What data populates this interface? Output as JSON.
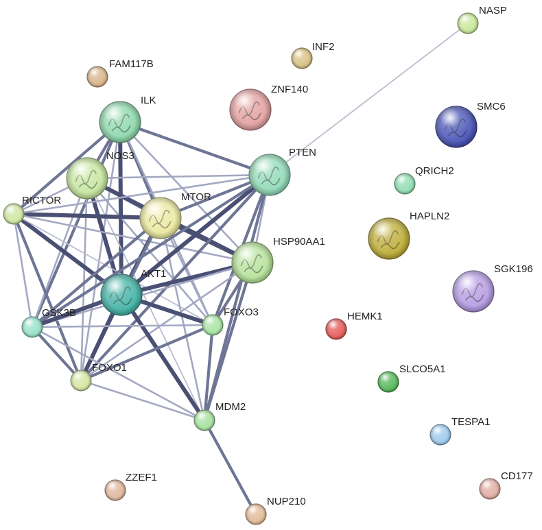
{
  "network": {
    "nodes": [
      {
        "id": "NASP",
        "label": "NASP",
        "color": "#c9e79a",
        "size": "small",
        "structure": false
      },
      {
        "id": "INF2",
        "label": "INF2",
        "color": "#d8c186",
        "size": "small",
        "structure": false
      },
      {
        "id": "FAM117B",
        "label": "FAM117B",
        "color": "#d9b38d",
        "size": "small",
        "structure": false
      },
      {
        "id": "ZNF140",
        "label": "ZNF140",
        "color": "#e3a2a2",
        "size": "large",
        "structure": true
      },
      {
        "id": "SMC6",
        "label": "SMC6",
        "color": "#4a55b7",
        "size": "large",
        "structure": true
      },
      {
        "id": "ILK",
        "label": "ILK",
        "color": "#8fd8ad",
        "size": "large",
        "structure": true
      },
      {
        "id": "NOS3",
        "label": "NOS3",
        "color": "#c6e6a0",
        "size": "large",
        "structure": true
      },
      {
        "id": "PTEN",
        "label": "PTEN",
        "color": "#93dbb8",
        "size": "large",
        "structure": true
      },
      {
        "id": "QRICH2",
        "label": "QRICH2",
        "color": "#92ddb3",
        "size": "small",
        "structure": false
      },
      {
        "id": "RICTOR",
        "label": "RICTOR",
        "color": "#cfe6a2",
        "size": "small",
        "structure": false
      },
      {
        "id": "MTOR",
        "label": "MTOR",
        "color": "#ece9a2",
        "size": "large",
        "structure": true
      },
      {
        "id": "HAPLN2",
        "label": "HAPLN2",
        "color": "#bfae3a",
        "size": "large",
        "structure": true
      },
      {
        "id": "HSP90AA1",
        "label": "HSP90AA1",
        "color": "#b7e29c",
        "size": "large",
        "structure": true
      },
      {
        "id": "SGK196",
        "label": "SGK196",
        "color": "#b69de3",
        "size": "large",
        "structure": true
      },
      {
        "id": "AKT1",
        "label": "AKT1",
        "color": "#45b3a6",
        "size": "large",
        "structure": true
      },
      {
        "id": "GSK3B",
        "label": "GSK3B",
        "color": "#96e2cb",
        "size": "small",
        "structure": false
      },
      {
        "id": "FOXO3",
        "label": "FOXO3",
        "color": "#a8e4a3",
        "size": "small",
        "structure": false
      },
      {
        "id": "HEMK1",
        "label": "HEMK1",
        "color": "#e55a5a",
        "size": "small",
        "structure": false
      },
      {
        "id": "FOXO1",
        "label": "FOXO1",
        "color": "#d5e6a3",
        "size": "small",
        "structure": false
      },
      {
        "id": "SLCO5A1",
        "label": "SLCO5A1",
        "color": "#56b85a",
        "size": "small",
        "structure": false
      },
      {
        "id": "MDM2",
        "label": "MDM2",
        "color": "#a6e1a0",
        "size": "small",
        "structure": false
      },
      {
        "id": "TESPA1",
        "label": "TESPA1",
        "color": "#9fcbef",
        "size": "small",
        "structure": false
      },
      {
        "id": "ZZEF1",
        "label": "ZZEF1",
        "color": "#e0b79d",
        "size": "small",
        "structure": false
      },
      {
        "id": "CD177",
        "label": "CD177",
        "color": "#e2aea3",
        "size": "small",
        "structure": false
      },
      {
        "id": "NUP210",
        "label": "NUP210",
        "color": "#e2bb98",
        "size": "small",
        "structure": false
      }
    ],
    "edges": [
      {
        "source": "PTEN",
        "target": "NASP",
        "weight": 1
      },
      {
        "source": "MDM2",
        "target": "NUP210",
        "weight": 3
      },
      {
        "source": "ILK",
        "target": "NOS3",
        "weight": 3
      },
      {
        "source": "ILK",
        "target": "RICTOR",
        "weight": 3
      },
      {
        "source": "ILK",
        "target": "MTOR",
        "weight": 3
      },
      {
        "source": "ILK",
        "target": "PTEN",
        "weight": 3
      },
      {
        "source": "ILK",
        "target": "AKT1",
        "weight": 4
      },
      {
        "source": "ILK",
        "target": "GSK3B",
        "weight": 3
      },
      {
        "source": "ILK",
        "target": "FOXO3",
        "weight": 2
      },
      {
        "source": "ILK",
        "target": "HSP90AA1",
        "weight": 2
      },
      {
        "source": "ILK",
        "target": "FOXO1",
        "weight": 2
      },
      {
        "source": "NOS3",
        "target": "RICTOR",
        "weight": 2
      },
      {
        "source": "NOS3",
        "target": "MTOR",
        "weight": 3
      },
      {
        "source": "NOS3",
        "target": "PTEN",
        "weight": 2
      },
      {
        "source": "NOS3",
        "target": "HSP90AA1",
        "weight": 4
      },
      {
        "source": "NOS3",
        "target": "AKT1",
        "weight": 4
      },
      {
        "source": "NOS3",
        "target": "GSK3B",
        "weight": 2
      },
      {
        "source": "NOS3",
        "target": "FOXO3",
        "weight": 2
      },
      {
        "source": "NOS3",
        "target": "FOXO1",
        "weight": 2
      },
      {
        "source": "NOS3",
        "target": "MDM2",
        "weight": 1
      },
      {
        "source": "RICTOR",
        "target": "MTOR",
        "weight": 4
      },
      {
        "source": "RICTOR",
        "target": "PTEN",
        "weight": 2
      },
      {
        "source": "RICTOR",
        "target": "AKT1",
        "weight": 4
      },
      {
        "source": "RICTOR",
        "target": "GSK3B",
        "weight": 2
      },
      {
        "source": "RICTOR",
        "target": "FOXO1",
        "weight": 3
      },
      {
        "source": "RICTOR",
        "target": "HSP90AA1",
        "weight": 2
      },
      {
        "source": "RICTOR",
        "target": "FOXO3",
        "weight": 1
      },
      {
        "source": "MTOR",
        "target": "PTEN",
        "weight": 3
      },
      {
        "source": "MTOR",
        "target": "AKT1",
        "weight": 4
      },
      {
        "source": "MTOR",
        "target": "HSP90AA1",
        "weight": 4
      },
      {
        "source": "MTOR",
        "target": "GSK3B",
        "weight": 3
      },
      {
        "source": "MTOR",
        "target": "FOXO3",
        "weight": 2
      },
      {
        "source": "MTOR",
        "target": "FOXO1",
        "weight": 3
      },
      {
        "source": "MTOR",
        "target": "MDM2",
        "weight": 2
      },
      {
        "source": "PTEN",
        "target": "AKT1",
        "weight": 4
      },
      {
        "source": "PTEN",
        "target": "HSP90AA1",
        "weight": 2
      },
      {
        "source": "PTEN",
        "target": "GSK3B",
        "weight": 3
      },
      {
        "source": "PTEN",
        "target": "FOXO3",
        "weight": 3
      },
      {
        "source": "PTEN",
        "target": "FOXO1",
        "weight": 3
      },
      {
        "source": "PTEN",
        "target": "MDM2",
        "weight": 3
      },
      {
        "source": "HSP90AA1",
        "target": "AKT1",
        "weight": 4
      },
      {
        "source": "HSP90AA1",
        "target": "GSK3B",
        "weight": 2
      },
      {
        "source": "HSP90AA1",
        "target": "FOXO3",
        "weight": 3
      },
      {
        "source": "HSP90AA1",
        "target": "FOXO1",
        "weight": 2
      },
      {
        "source": "HSP90AA1",
        "target": "MDM2",
        "weight": 3
      },
      {
        "source": "AKT1",
        "target": "GSK3B",
        "weight": 4
      },
      {
        "source": "AKT1",
        "target": "FOXO3",
        "weight": 4
      },
      {
        "source": "AKT1",
        "target": "FOXO1",
        "weight": 4
      },
      {
        "source": "AKT1",
        "target": "MDM2",
        "weight": 4
      },
      {
        "source": "GSK3B",
        "target": "FOXO1",
        "weight": 3
      },
      {
        "source": "GSK3B",
        "target": "FOXO3",
        "weight": 2
      },
      {
        "source": "GSK3B",
        "target": "MDM2",
        "weight": 2
      },
      {
        "source": "FOXO3",
        "target": "FOXO1",
        "weight": 3
      },
      {
        "source": "FOXO3",
        "target": "MDM2",
        "weight": 3
      },
      {
        "source": "FOXO1",
        "target": "MDM2",
        "weight": 2
      }
    ]
  }
}
